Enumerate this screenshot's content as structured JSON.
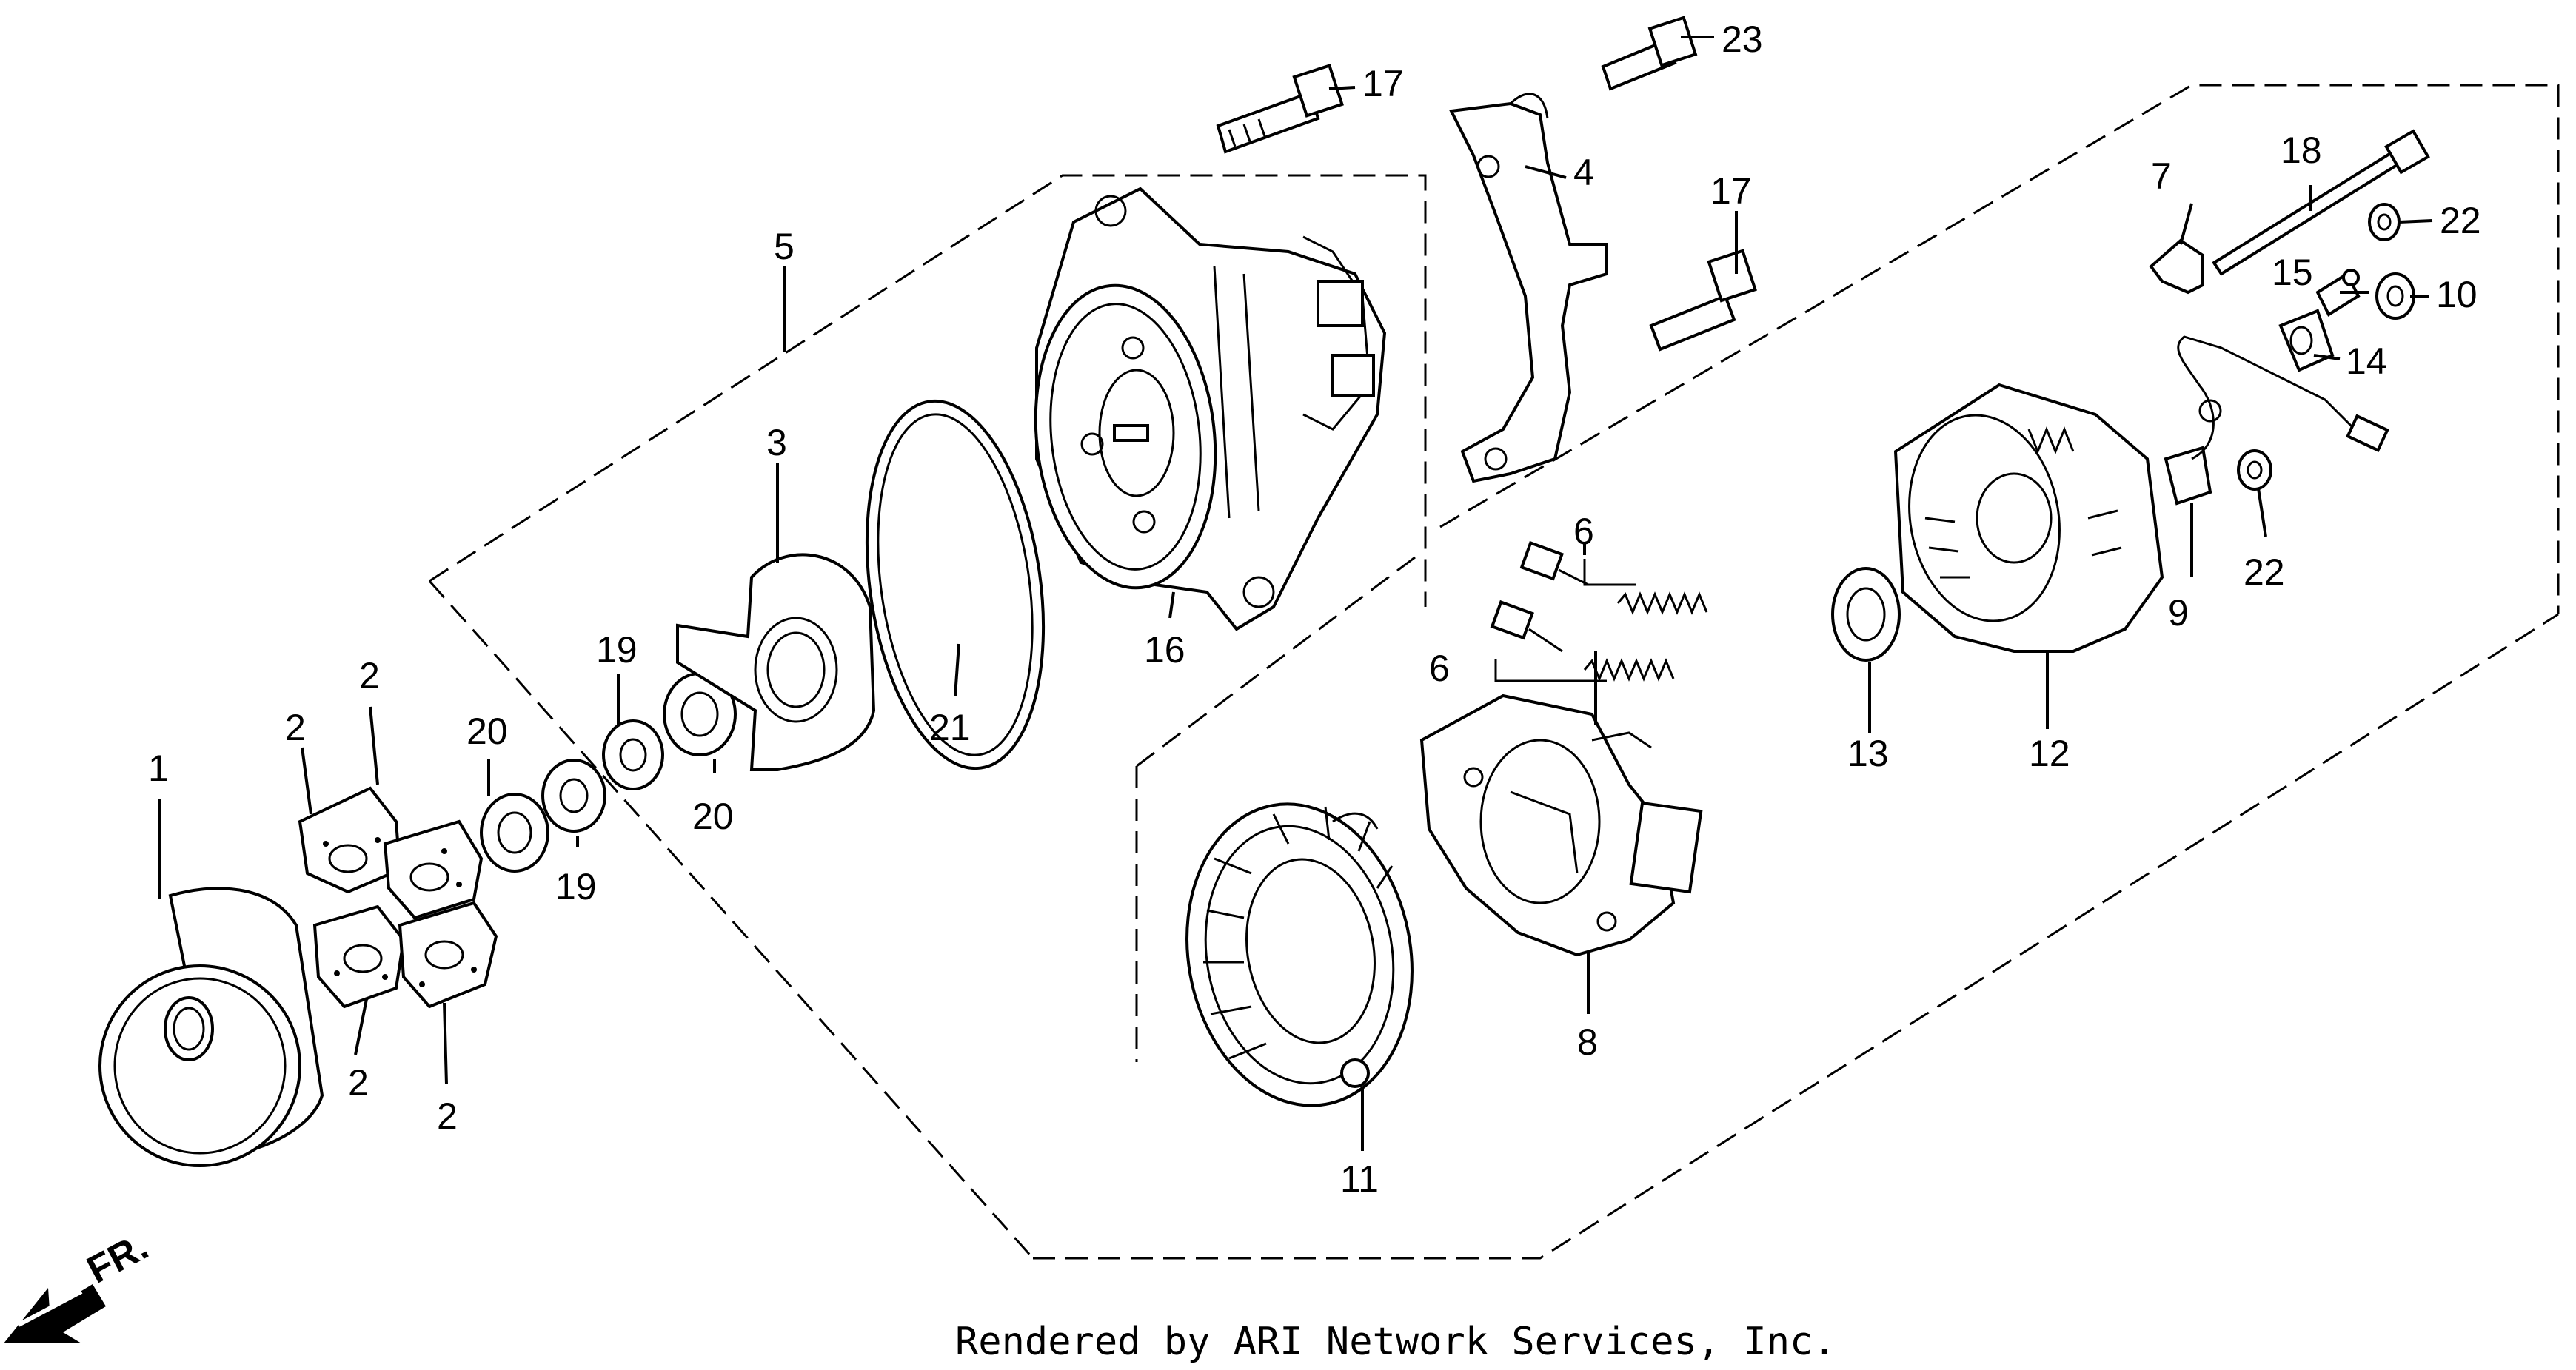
{
  "callouts": {
    "c1": "1",
    "c2a": "2",
    "c2b": "2",
    "c2c": "2",
    "c2d": "2",
    "c3": "3",
    "c4": "4",
    "c5": "5",
    "c6a": "6",
    "c6b": "6",
    "c7": "7",
    "c8": "8",
    "c9": "9",
    "c10": "10",
    "c11": "11",
    "c12": "12",
    "c13": "13",
    "c14": "14",
    "c15": "15",
    "c16": "16",
    "c17a": "17",
    "c17b": "17",
    "c18": "18",
    "c19a": "19",
    "c19b": "19",
    "c20a": "20",
    "c20b": "20",
    "c21": "21",
    "c22a": "22",
    "c22b": "22",
    "c23": "23"
  },
  "direction_label": "FR.",
  "footer": "Rendered by ARI Network Services, Inc."
}
